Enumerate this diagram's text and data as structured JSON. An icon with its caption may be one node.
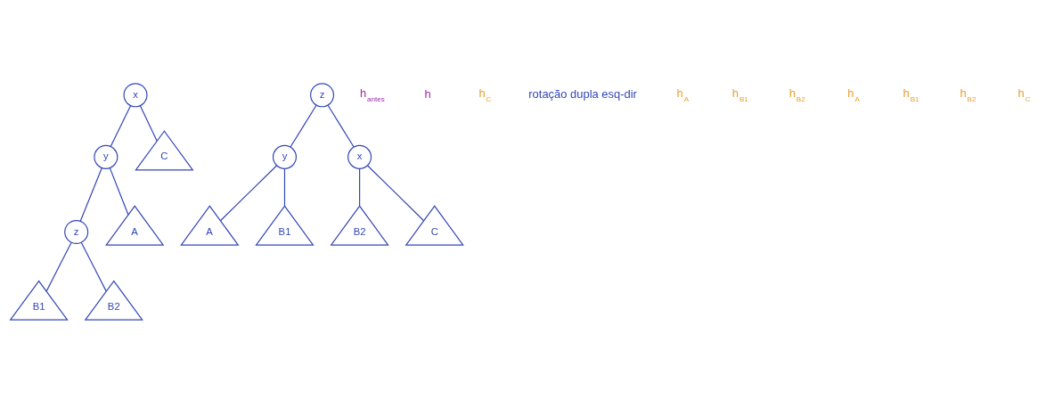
{
  "diagram": {
    "nodes": [
      {
        "text": [
          "x"
        ]
      },
      {
        "text": [
          "y"
        ]
      },
      {
        "text": [
          "z"
        ]
      },
      {
        "text": [
          "A"
        ]
      },
      {
        "text": [
          "B1"
        ]
      },
      {
        "text": [
          "B2"
        ]
      },
      {
        "text": [
          "C"
        ]
      },
      {
        "text": [
          "z"
        ]
      },
      {
        "text": [
          "y"
        ]
      },
      {
        "text": [
          "x"
        ]
      },
      {
        "text": [
          "A"
        ]
      },
      {
        "text": [
          "B1"
        ]
      },
      {
        "text": [
          "B2"
        ]
      },
      {
        "text": [
          "C"
        ]
      }
    ],
    "edges": [
      {
        "from": 0,
        "to": 1,
        "arrow": "none"
      },
      {
        "from": 0,
        "to": 6,
        "arrow": "none"
      },
      {
        "from": 1,
        "to": 3,
        "arrow": "none"
      },
      {
        "from": 1,
        "to": 2,
        "arrow": "none"
      },
      {
        "from": 2,
        "to": 4,
        "arrow": "none"
      },
      {
        "from": 2,
        "to": 5,
        "arrow": "none"
      },
      {
        "from": 7,
        "to": 8,
        "arrow": "none"
      },
      {
        "from": 7,
        "to": 9,
        "arrow": "none"
      },
      {
        "from": 8,
        "to": 10,
        "arrow": "none"
      },
      {
        "from": 8,
        "to": 11,
        "arrow": "none"
      },
      {
        "from": 9,
        "to": 12,
        "arrow": "none"
      },
      {
        "from": 9,
        "to": 13,
        "arrow": "none"
      }
    ],
    "labels": [
      "h$_{antes}$",
      "h",
      "h$_{C}$",
      "rotação dupla esq-dir",
      "h$_{A}$",
      "h$_{B1}$",
      "h$_{B2}$",
      "h$_{A}$",
      "h$_{B1}$",
      "h$_{B2}$",
      "h$_{C}$"
    ]
  }
}
